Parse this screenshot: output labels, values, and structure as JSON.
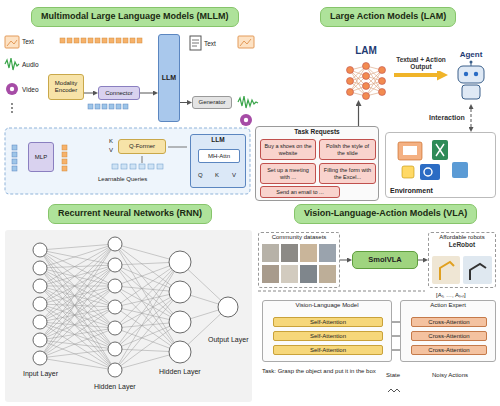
{
  "diagram": {
    "nodes": [
      {
        "text": [
          "Multimodal Large Language Models (MLLM)"
        ]
      },
      {
        "text": [
          "Modality Encoder"
        ]
      },
      {
        "text": [
          "Connector"
        ]
      },
      {
        "text": [
          "LLM"
        ]
      },
      {
        "text": [
          "Generator"
        ]
      },
      {
        "text": [
          "MLP"
        ]
      },
      {
        "text": [
          "Q-Former"
        ]
      },
      {
        "text": [
          "LLM"
        ]
      },
      {
        "text": [
          "MH-Attn"
        ],
        "in": 7
      },
      {
        "text": [
          "Large Action Models (LAM)"
        ]
      },
      {
        "text": [
          "LAM"
        ]
      },
      {
        "text": [
          "Agent"
        ]
      },
      {
        "text": [
          "Task Requests"
        ]
      },
      {
        "text": [
          "Buy a shoes on the website"
        ],
        "in": 12
      },
      {
        "text": [
          "Polish the style of the slide"
        ],
        "in": 12
      },
      {
        "text": [
          "Set up a meeting with ..."
        ],
        "in": 12
      },
      {
        "text": [
          "Filling the form with the Excel..."
        ],
        "in": 12
      },
      {
        "text": [
          "Send an email to ..."
        ],
        "in": 12
      },
      {
        "text": [
          "Environment"
        ]
      },
      {
        "text": [
          "Recurrent Neural Networks (RNN)"
        ]
      },
      {
        "text": [
          "Vision-Language-Action Models (VLA)"
        ]
      },
      {
        "text": [
          "Community datasets"
        ]
      },
      {
        "text": [
          "SmolVLA"
        ]
      },
      {
        "text": [
          "Affordable robots",
          "LeRobot"
        ]
      },
      {
        "text": [
          "Vision-Language Model"
        ]
      },
      {
        "text": [
          "Self-Attention"
        ],
        "in": 24
      },
      {
        "text": [
          "Self-Attention"
        ],
        "in": 24
      },
      {
        "text": [
          "Self-Attention"
        ],
        "in": 24
      },
      {
        "text": [
          "Action Expert"
        ]
      },
      {
        "text": [
          "Cross-Attention"
        ],
        "in": 28
      },
      {
        "text": [
          "Cross-Attention"
        ],
        "in": 28
      },
      {
        "text": [
          "Cross-Attention"
        ],
        "in": 28
      }
    ],
    "edges": [
      {
        "from": 1,
        "to": 2,
        "arrow": "to"
      },
      {
        "from": 2,
        "to": 3,
        "arrow": "to"
      },
      {
        "from": 3,
        "to": 4,
        "arrow": "to"
      },
      {
        "from": 12,
        "to": 10,
        "arrow": "to"
      },
      {
        "from": 10,
        "to": 11,
        "label": "Textual + Action Output",
        "arrow": "to"
      },
      {
        "from": 11,
        "to": 18,
        "label": "Interaction",
        "arrow": "both"
      },
      {
        "from": 21,
        "to": 22,
        "arrow": "to"
      },
      {
        "from": 22,
        "to": 23,
        "arrow": "to"
      },
      {
        "from": 25,
        "to": 29,
        "arrow": "to"
      },
      {
        "from": 26,
        "to": 30,
        "arrow": "to"
      },
      {
        "from": 27,
        "to": 31,
        "arrow": "to"
      }
    ],
    "labels": [
      "Text",
      "Audio",
      "Video",
      "Text",
      "K",
      "V",
      "Learnable Queries",
      "Q",
      "K",
      "V",
      "Input Layer",
      "Hidden Layer",
      "Hidden Layer",
      "Output Layer",
      "[Aₜ, …, Aₜ₊ₙ]",
      "Task: Grasp the object and put it in the box",
      "State",
      "Noisy Actions"
    ]
  }
}
